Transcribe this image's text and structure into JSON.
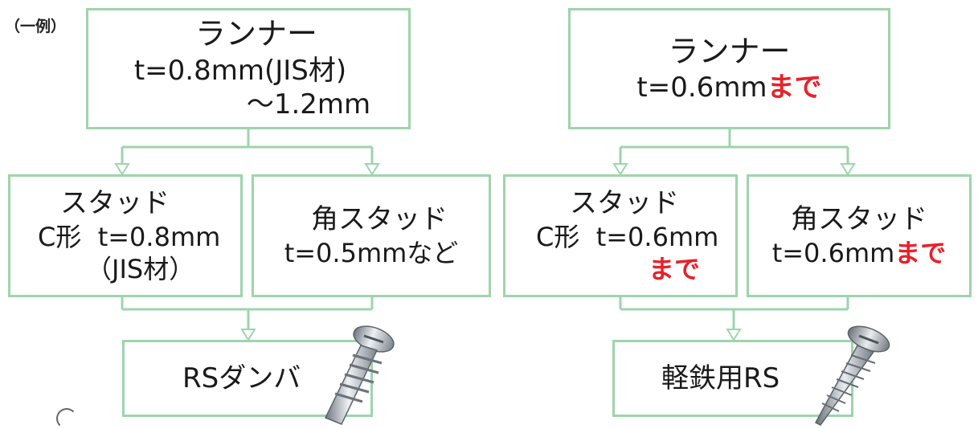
{
  "example_label": "（一例）",
  "left": {
    "runner": {
      "title": "ランナー",
      "line1": "t=0.8mm(JIS材)",
      "line2": "〜1.2mm"
    },
    "stud": {
      "title": "スタッド",
      "line1": "C形  t=0.8mm",
      "line2": "（JIS材）"
    },
    "square_stud": {
      "title": "角スタッド",
      "line1": "t=0.5mmなど"
    },
    "screw": {
      "label": "RSダンバ"
    }
  },
  "right": {
    "runner": {
      "title": "ランナー",
      "line1_prefix": "t=0.6mm",
      "line1_emph": "まで"
    },
    "stud": {
      "title": "スタッド",
      "line1": "C形  t=0.6mm",
      "line2_emph": "まで"
    },
    "square_stud": {
      "title": "角スタッド",
      "line1_prefix": "t=0.6mm",
      "line1_emph": "まで"
    },
    "screw": {
      "label": "軽鉄用RS"
    }
  },
  "colors": {
    "box_border": "#9ed4ad",
    "emphasis": "#e8202a",
    "text": "#1a1a1a"
  },
  "icons": [
    "screw-dampa-icon",
    "screw-light-steel-icon"
  ]
}
